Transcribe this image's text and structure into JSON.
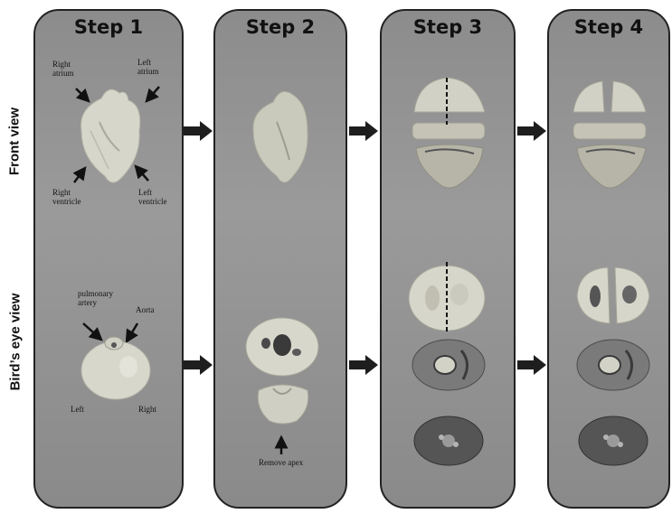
{
  "row_labels": {
    "front": "Front view",
    "birds_eye": "Bird’s eye view"
  },
  "steps": [
    {
      "title": "Step 1"
    },
    {
      "title": "Step 2"
    },
    {
      "title": "Step 3"
    },
    {
      "title": "Step 4"
    }
  ],
  "annotations": {
    "right_atrium": [
      "Right",
      "atrium"
    ],
    "left_atrium": [
      "Left",
      "atrium"
    ],
    "right_ventricle": [
      "Right",
      "ventricle"
    ],
    "left_ventricle": [
      "Left",
      "ventricle"
    ],
    "pulmonary_artery": [
      "pulmonary",
      "artery"
    ],
    "aorta": "Aorta",
    "left": "Left",
    "right": "Right",
    "remove_apex": "Remove apex"
  }
}
